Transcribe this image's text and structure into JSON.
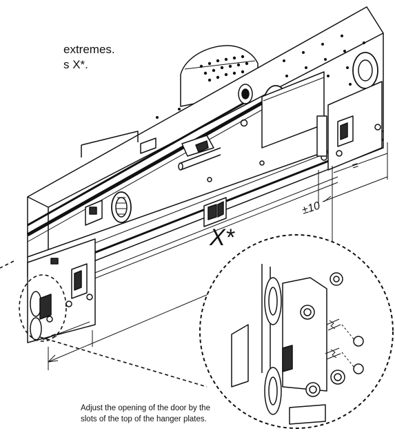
{
  "instructions": {
    "line1": "extremes.",
    "line2": "s X*."
  },
  "dimensions": {
    "span_label": "X*",
    "tolerance_label": "±10",
    "equal_right": "=",
    "equal_left": "="
  },
  "caption": {
    "line1": "Adjust the opening of the door by the",
    "line2": "slots of the top of the hanger plates."
  },
  "colors": {
    "line": "#111111",
    "fill": "#ffffff",
    "shade": "#d9d9d9",
    "dark": "#2a2a2a"
  }
}
